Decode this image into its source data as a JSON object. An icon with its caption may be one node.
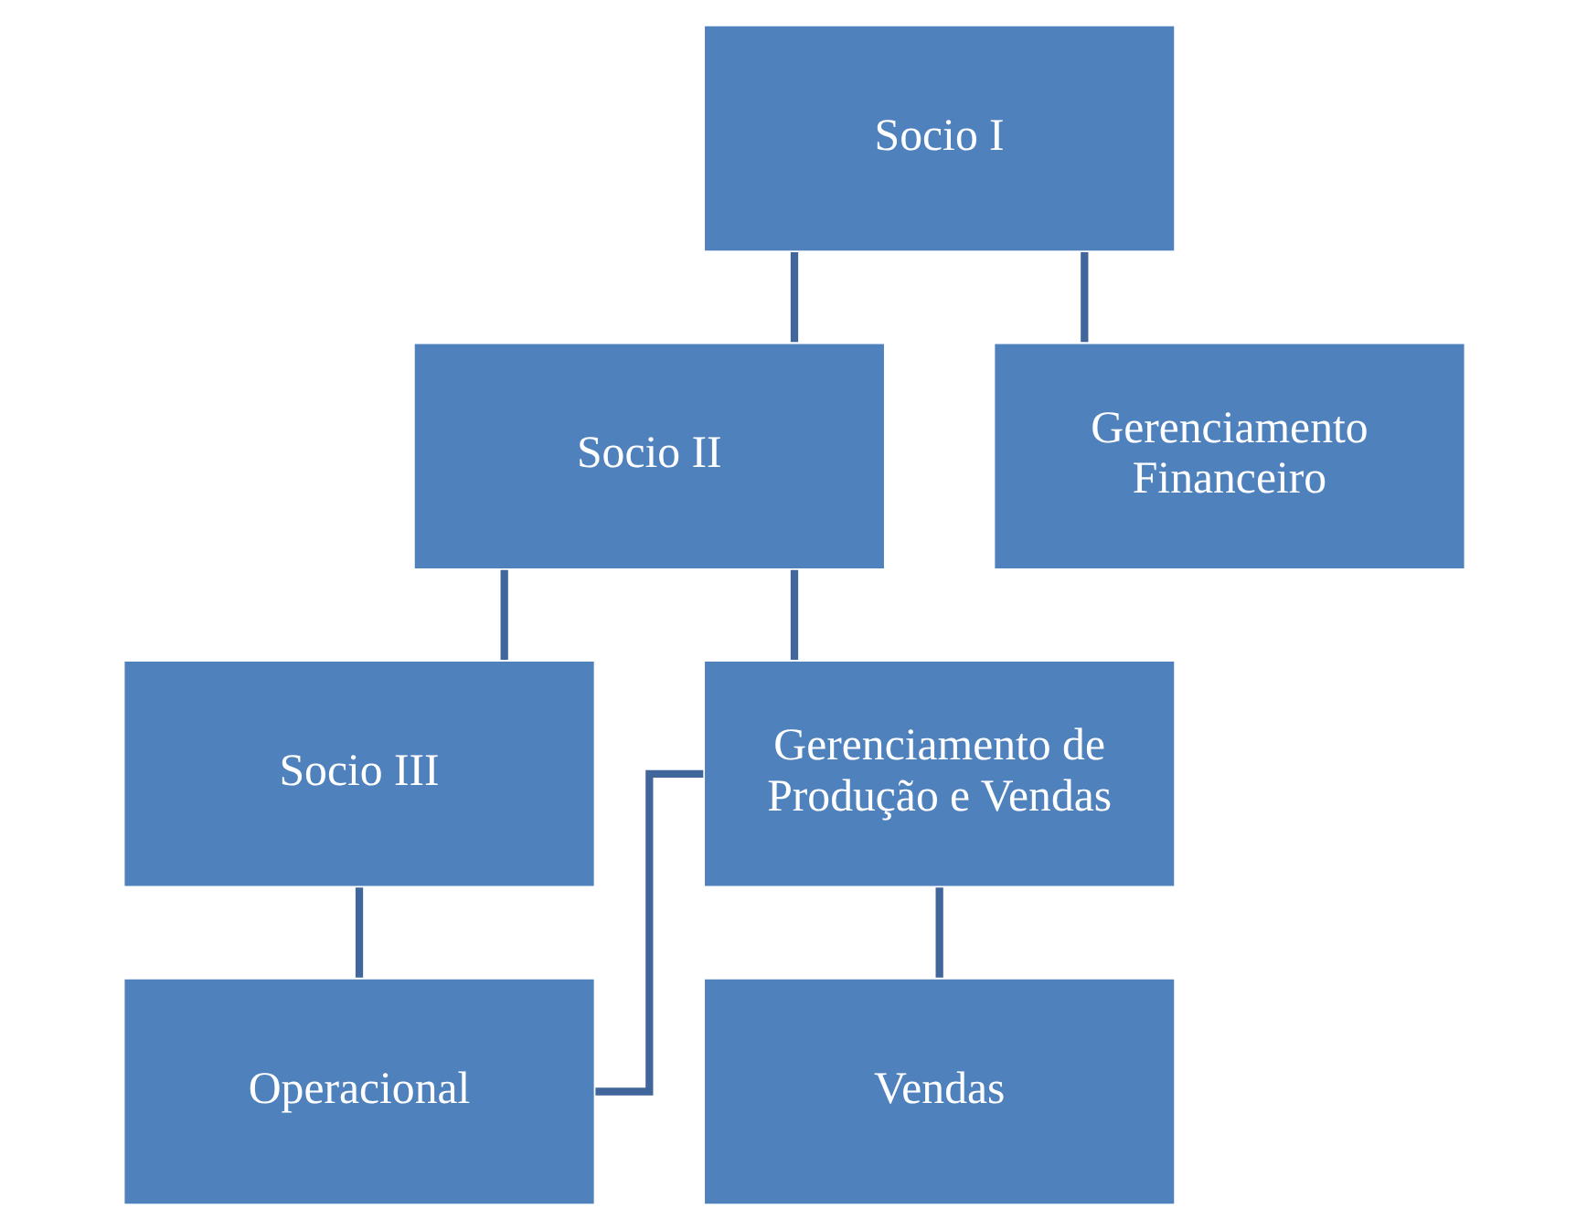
{
  "diagram": {
    "nodes": [
      {
        "text": [
          "Socio I"
        ]
      },
      {
        "text": [
          "Socio II"
        ]
      },
      {
        "text": [
          "Socio III"
        ]
      },
      {
        "text": [
          "Gerenciamento Financeiro"
        ]
      },
      {
        "text": [
          "Gerenciamento de Produção e Vendas"
        ]
      },
      {
        "text": [
          "Vendas"
        ]
      },
      {
        "text": [
          "Operacional"
        ]
      }
    ],
    "edges": [
      {
        "from": 0,
        "to": 1,
        "arrow": "none"
      },
      {
        "from": 1,
        "to": 2,
        "arrow": "none"
      },
      {
        "from": 0,
        "to": 3,
        "arrow": "none"
      },
      {
        "from": 1,
        "to": 4,
        "arrow": "none"
      },
      {
        "from": 2,
        "to": 6,
        "arrow": "none"
      },
      {
        "from": 4,
        "to": 5,
        "arrow": "none"
      },
      {
        "from": 4,
        "to": 6,
        "arrow": "none"
      }
    ]
  }
}
